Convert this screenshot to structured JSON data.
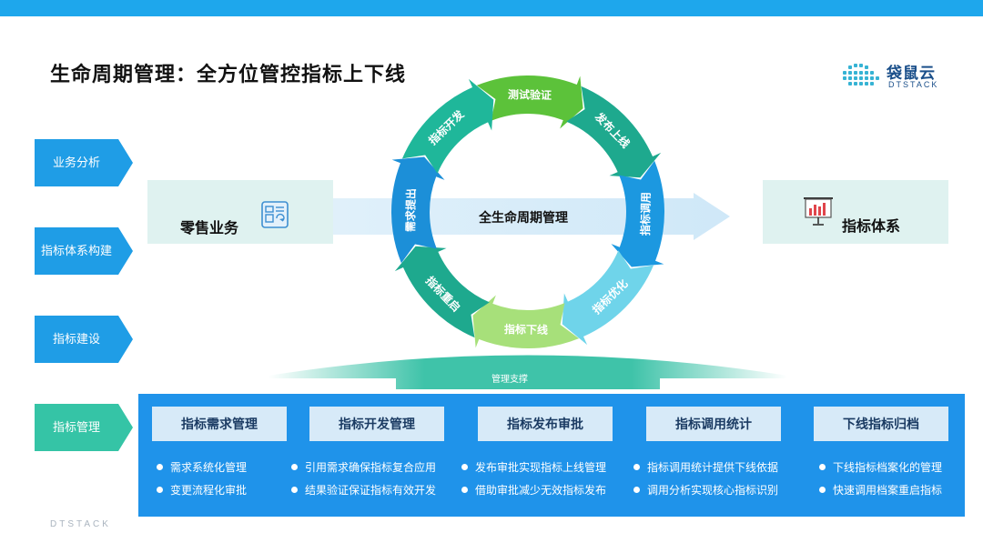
{
  "title": "生命周期管理：全方位管控指标上下线",
  "logo": {
    "cn": "袋鼠云",
    "en": "DTSTACK"
  },
  "footer": "DTSTACK",
  "side_tabs": [
    "业务分析",
    "指标体系构建",
    "指标建设",
    "指标管理"
  ],
  "left_box": {
    "label": "零售业务",
    "icon": "document-refresh-icon"
  },
  "right_box": {
    "label": "指标体系",
    "icon": "presentation-chart-icon"
  },
  "cycle": {
    "center": "全生命周期管理",
    "segments": [
      "测试验证",
      "发布上线",
      "指标调用",
      "指标优化",
      "指标下线",
      "指标重启",
      "需求提出",
      "指标开发"
    ]
  },
  "support_label": "管理支撑",
  "columns": [
    {
      "head": "指标需求管理",
      "items": [
        "需求系统化管理",
        "变更流程化审批"
      ]
    },
    {
      "head": "指标开发管理",
      "items": [
        "引用需求确保指标复合应用",
        "结果验证保证指标有效开发"
      ]
    },
    {
      "head": "指标发布审批",
      "items": [
        "发布审批实现指标上线管理",
        "借助审批减少无效指标发布"
      ]
    },
    {
      "head": "指标调用统计",
      "items": [
        "指标调用统计提供下线依据",
        "调用分析实现核心指标识别"
      ]
    },
    {
      "head": "下线指标归档",
      "items": [
        "下线指标档案化的管理",
        "快速调用档案重启指标"
      ]
    }
  ],
  "colors": {
    "top_bar": "#1ea7ec",
    "panel": "#1f93ea",
    "side_tab_blue": "#1f9de6",
    "side_tab_green": "#35c4a6"
  }
}
